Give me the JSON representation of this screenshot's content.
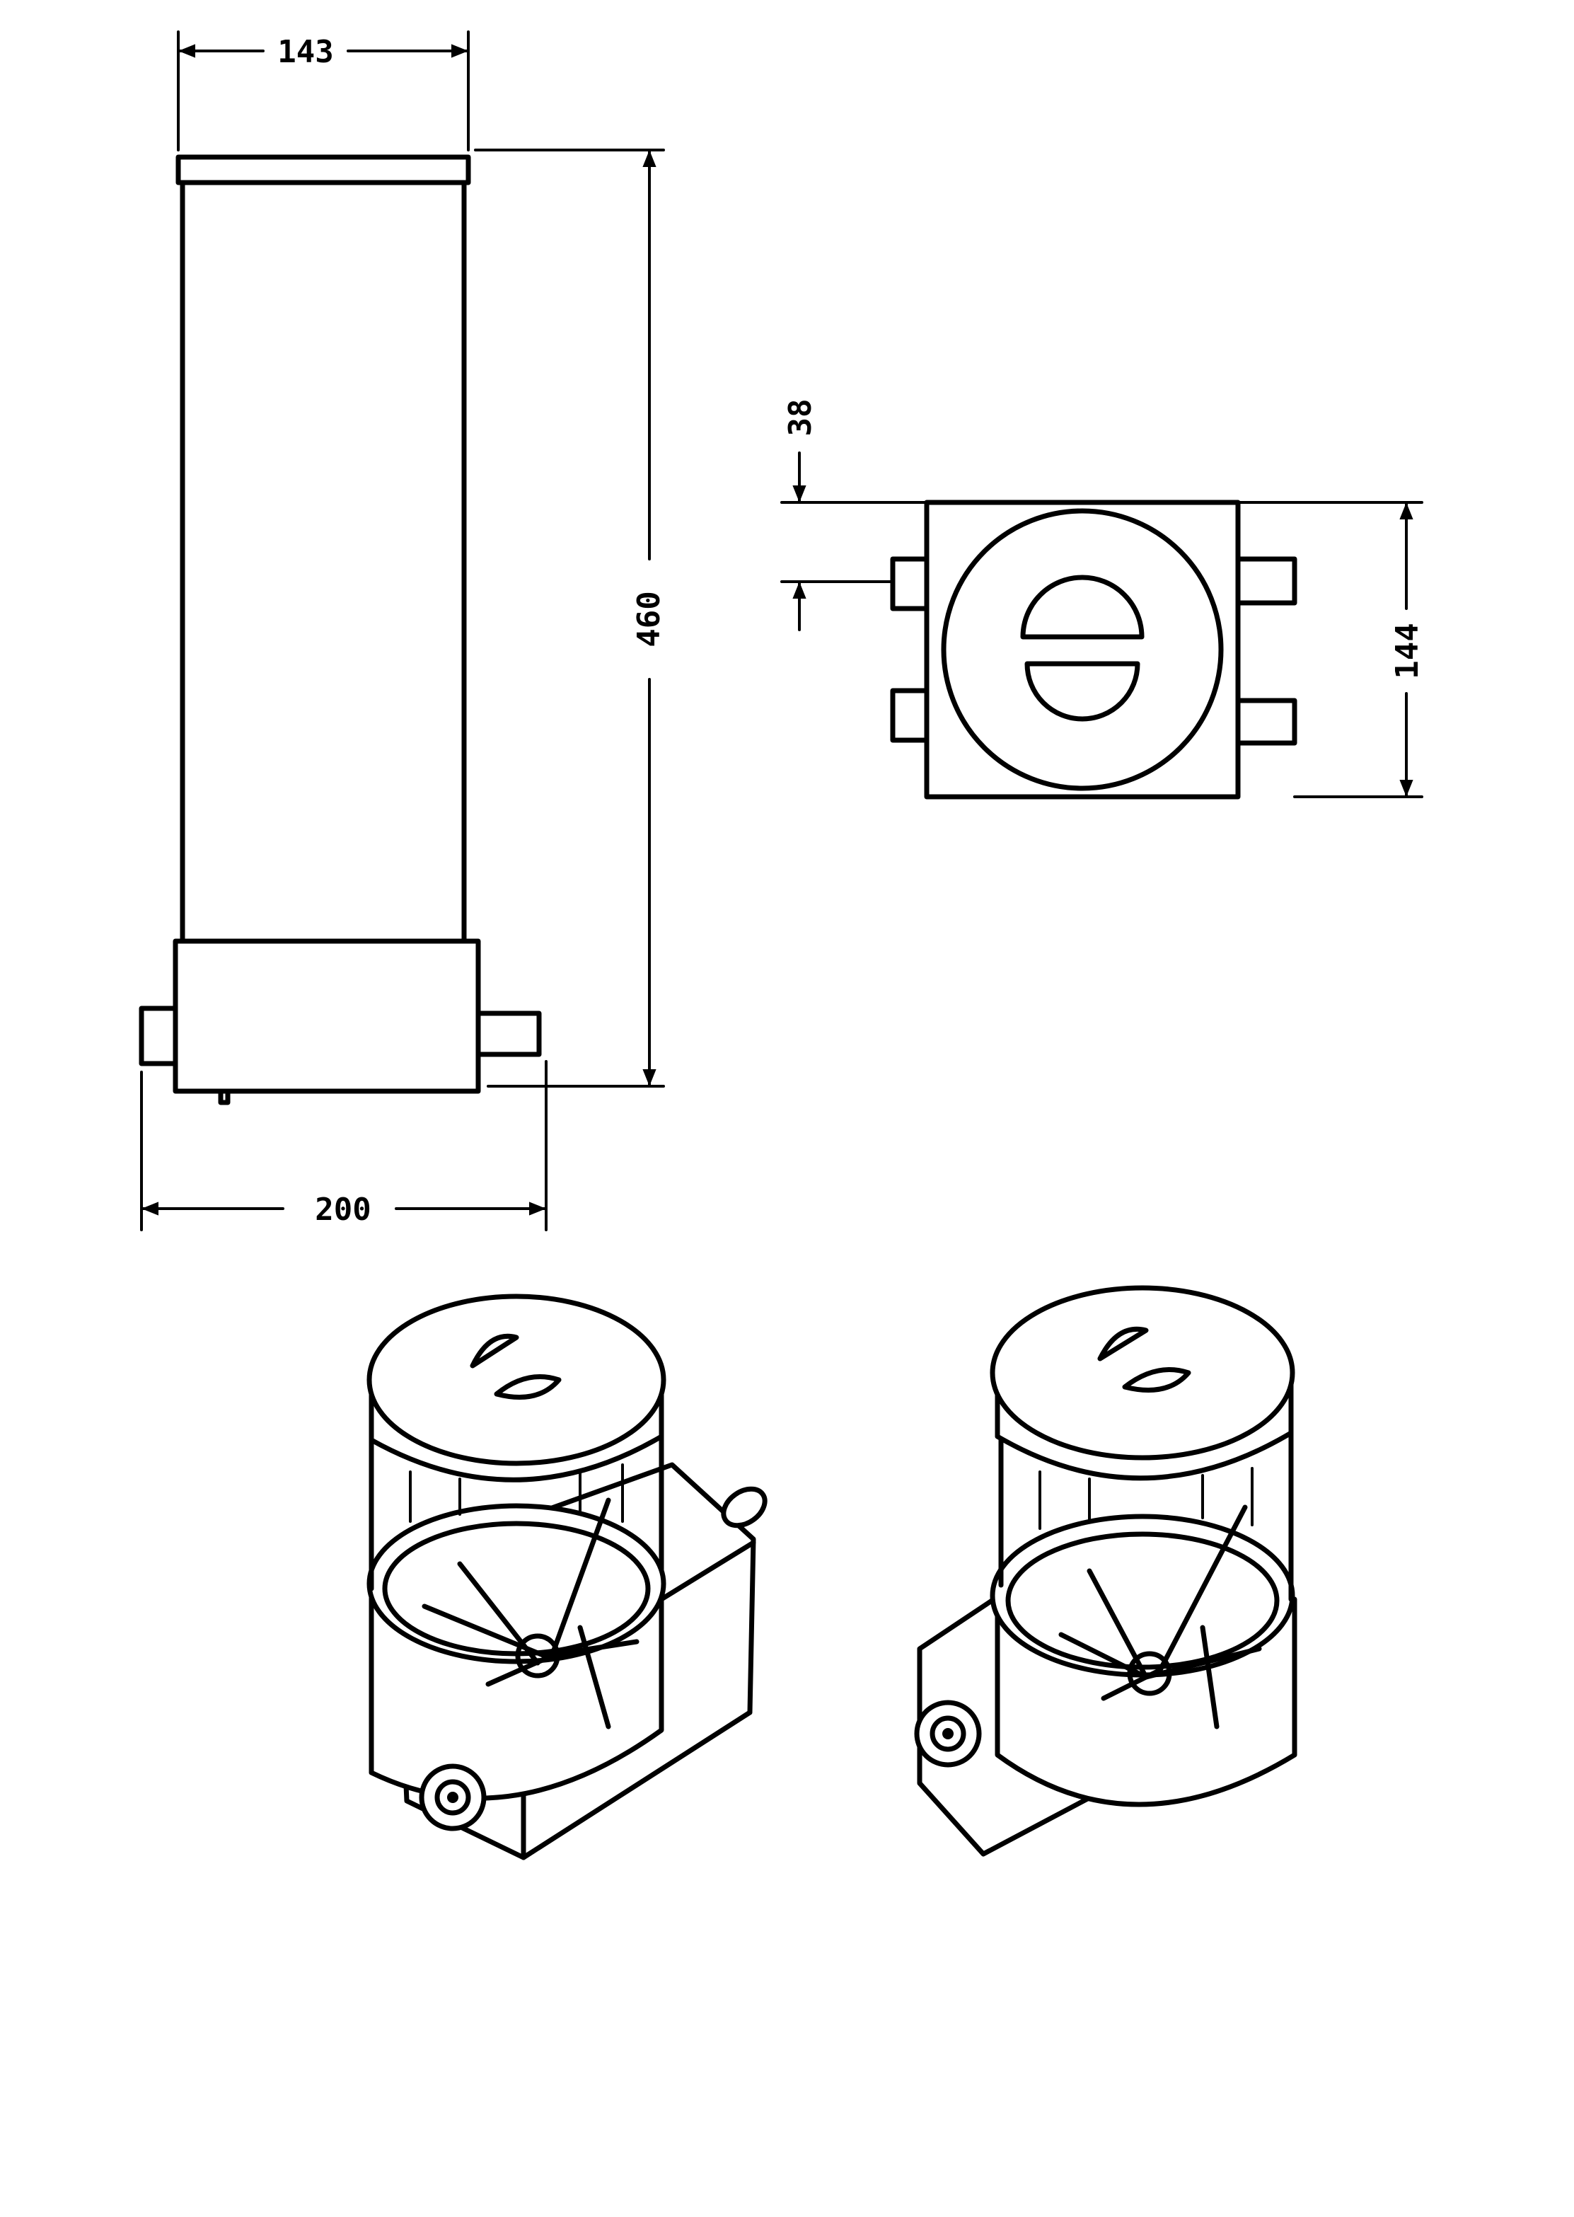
{
  "views": {
    "front": {
      "name": "front-elevation"
    },
    "top": {
      "name": "top-plan"
    },
    "iso_left": {
      "name": "isometric-left"
    },
    "iso_right": {
      "name": "isometric-right"
    }
  },
  "dimensions": {
    "width_top": "143",
    "height": "460",
    "width_base": "200",
    "offset": "38",
    "depth": "144"
  }
}
